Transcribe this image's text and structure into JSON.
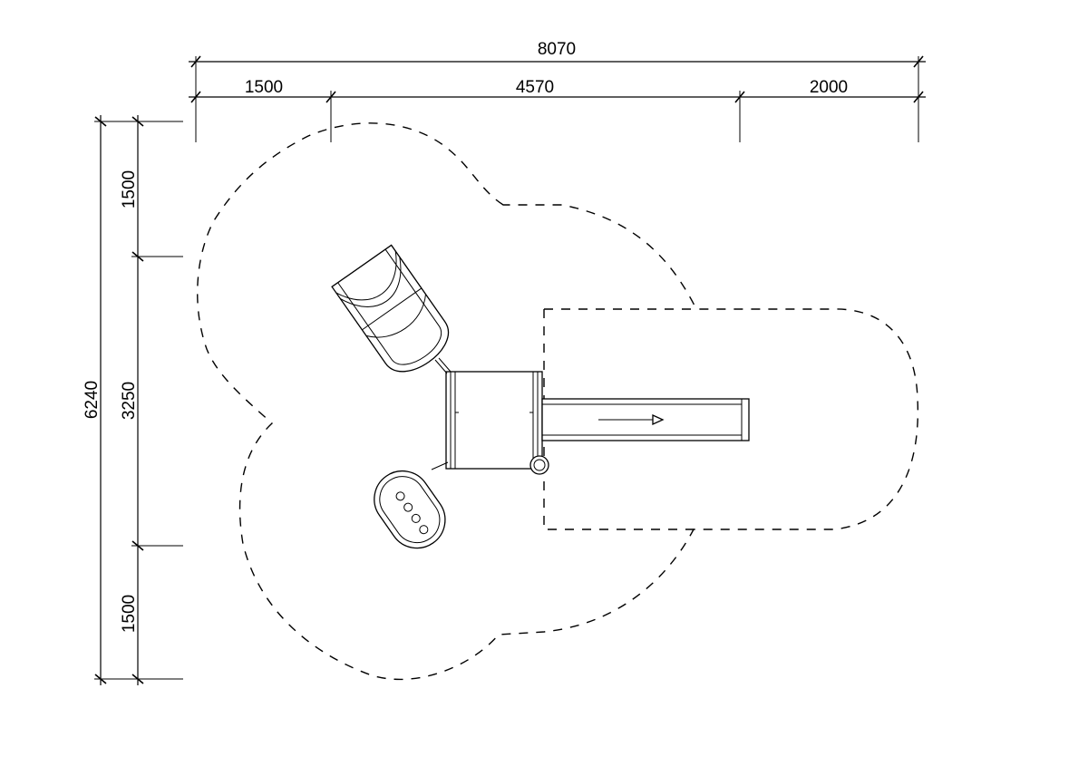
{
  "dimensions": {
    "overall_width": "8070",
    "width_segment_1": "1500",
    "width_segment_2": "4570",
    "width_segment_3": "2000",
    "overall_height": "6240",
    "height_segment_1": "1500",
    "height_segment_2": "3250",
    "height_segment_3": "1500"
  },
  "colors": {
    "line": "#000000",
    "background": "#ffffff"
  }
}
